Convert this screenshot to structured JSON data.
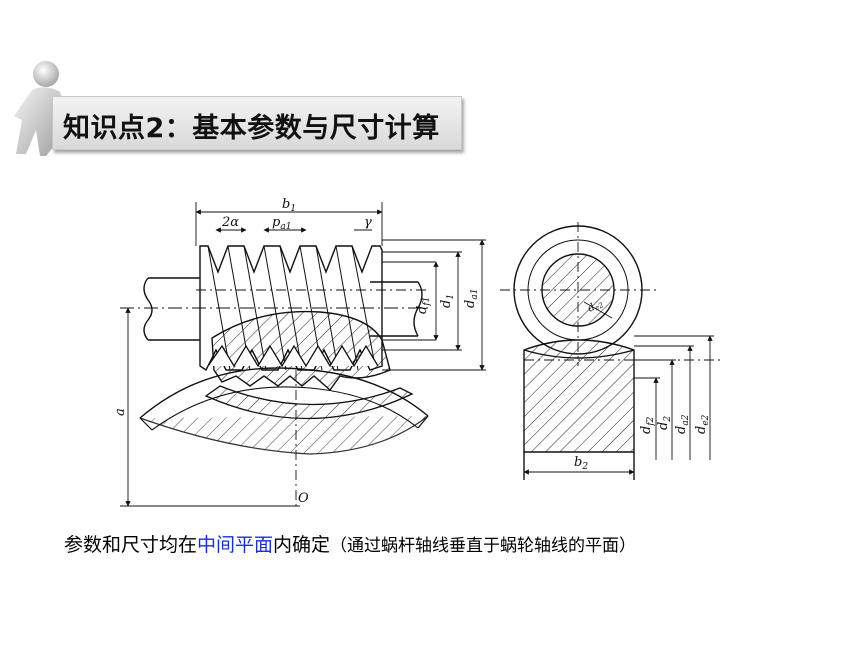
{
  "header": {
    "title": "知识点2：基本参数与尺寸计算",
    "icon": "presenter-figure-icon"
  },
  "diagram": {
    "labels": {
      "b1": "b",
      "b1_sub": "1",
      "two_alpha": "2α",
      "pa1": "p",
      "pa1_sub": "a1",
      "gamma": "γ",
      "df1": "d",
      "df1_sub": "f1",
      "d1": "d",
      "d1_sub": "1",
      "da1": "d",
      "da1_sub": "a1",
      "a": "a",
      "o": "O",
      "b2": "b",
      "b2_sub": "2",
      "df2": "d",
      "df2_sub": "f2",
      "d2": "d",
      "d2_sub": "2",
      "da2": "d",
      "da2_sub": "a2",
      "de2": "d",
      "de2_sub": "e2",
      "de2_small": "d",
      "de2_small_sub": "e2"
    }
  },
  "caption": {
    "part1": "参数和尺寸均在",
    "highlight": "中间平面",
    "part2": "内确定",
    "note": "（通过蜗杆轴线垂直于蜗轮轴线的平面）"
  }
}
